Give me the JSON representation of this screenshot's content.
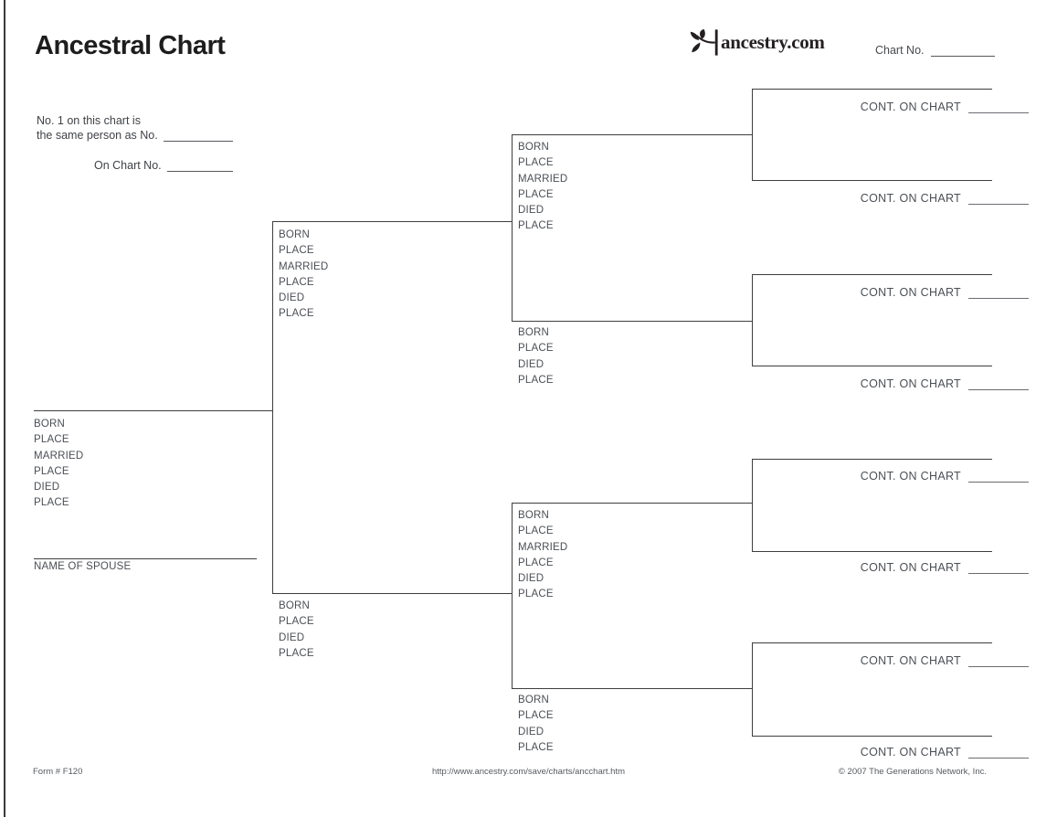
{
  "header": {
    "title": "Ancestral Chart",
    "brand_name": "ancestry.com",
    "chart_no_label": "Chart No."
  },
  "intro": {
    "line1": "No. 1 on this chart is",
    "line2_label": "the same person as No.",
    "line3_label": "On Chart No."
  },
  "tree": {
    "person1": {
      "fields": [
        "BORN",
        "PLACE",
        "MARRIED",
        "PLACE",
        "DIED",
        "PLACE"
      ]
    },
    "spouse_label": "NAME OF SPOUSE",
    "father": {
      "fields": [
        "BORN",
        "PLACE",
        "MARRIED",
        "PLACE",
        "DIED",
        "PLACE"
      ]
    },
    "mother": {
      "fields": [
        "BORN",
        "PLACE",
        "DIED",
        "PLACE"
      ]
    },
    "paternal_grandfather": {
      "fields": [
        "BORN",
        "PLACE",
        "MARRIED",
        "PLACE",
        "DIED",
        "PLACE"
      ]
    },
    "paternal_grandmother": {
      "fields": [
        "BORN",
        "PLACE",
        "DIED",
        "PLACE"
      ]
    },
    "maternal_grandfather": {
      "fields": [
        "BORN",
        "PLACE",
        "MARRIED",
        "PLACE",
        "DIED",
        "PLACE"
      ]
    },
    "maternal_grandmother": {
      "fields": [
        "BORN",
        "PLACE",
        "DIED",
        "PLACE"
      ]
    }
  },
  "cont_label": "CONT. ON CHART",
  "cont_slots": 8,
  "footer": {
    "form_no": "Form # F120",
    "url": "http://www.ancestry.com/save/charts/ancchart.htm",
    "copyright": "© 2007 The Generations Network, Inc."
  },
  "colors": {
    "line": "#3e3e3e",
    "label": "#4b4f54",
    "title": "#1d1d1d",
    "brand": "#231f20"
  }
}
